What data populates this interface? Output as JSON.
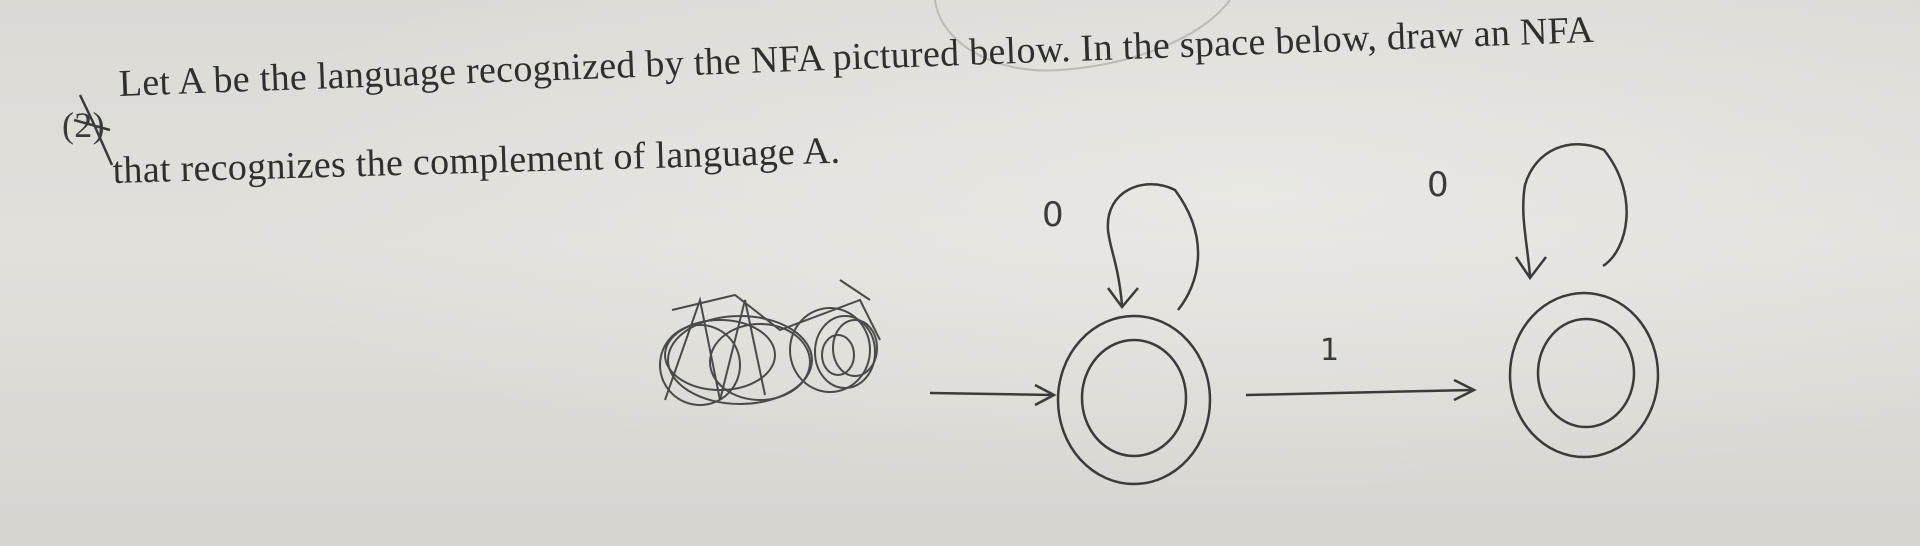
{
  "question": {
    "number": "(2)",
    "line_1": "Let A be the language recognized by the NFA pictured below. In the space below, draw an NFA",
    "line_2": "that recognizes the complement of language A."
  },
  "nfa": {
    "state_1_loop_label": "0",
    "state_2_loop_label": "0",
    "transition_label": "1",
    "colors": {
      "ink": "#3b3b3d",
      "paper": "#dedcd7"
    }
  }
}
